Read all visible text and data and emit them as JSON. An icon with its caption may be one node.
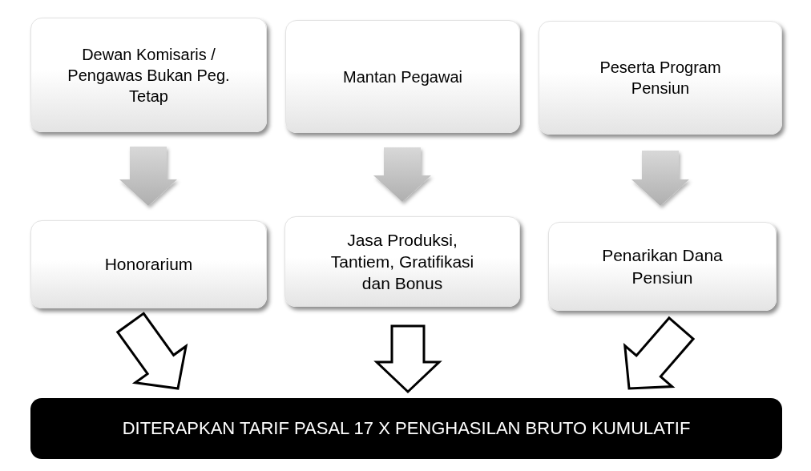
{
  "diagram": {
    "nodes": [
      {
        "text": [
          "Dewan Komisaris / Pengawas Bukan Peg. Tetap"
        ]
      },
      {
        "text": [
          "Mantan Pegawai"
        ]
      },
      {
        "text": [
          "Peserta Program Pensiun"
        ]
      },
      {
        "text": [
          "Honorarium"
        ]
      },
      {
        "text": [
          "Jasa Produksi, Tantiem, Gratifikasi dan Bonus"
        ]
      },
      {
        "text": [
          "Penarikan Dana Pensiun"
        ]
      },
      {
        "text": [
          "DITERAPKAN TARIF PASAL 17 X PENGHASILAN BRUTO KUMULATIF"
        ]
      }
    ],
    "edges": [
      {
        "from": 0,
        "to": 3,
        "arrow": "to",
        "style": "thick",
        "color": "#bfbfbf"
      },
      {
        "from": 1,
        "to": 4,
        "arrow": "to",
        "style": "thick",
        "color": "#bfbfbf"
      },
      {
        "from": 2,
        "to": 5,
        "arrow": "to",
        "style": "thick",
        "color": "#bfbfbf"
      },
      {
        "from": 3,
        "to": 6,
        "arrow": "to",
        "style": "thick"
      },
      {
        "from": 4,
        "to": 6,
        "arrow": "to",
        "style": "thick"
      },
      {
        "from": 5,
        "to": 6,
        "arrow": "to",
        "style": "thick"
      }
    ]
  }
}
